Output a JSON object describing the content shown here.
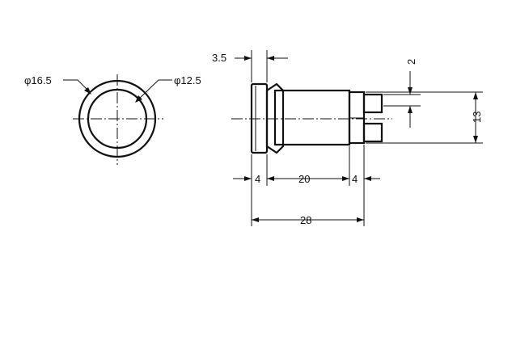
{
  "front_view": {
    "outer_diameter_label": "φ16.5",
    "inner_diameter_label": "φ12.5"
  },
  "side_view": {
    "flange_thickness_label": "3.5",
    "pin_offset_label": "2",
    "height_label": "13",
    "left_segment_label": "4",
    "body_length_label": "20",
    "right_segment_label": "4",
    "overall_length_label": "28"
  },
  "colors": {
    "line": "#111111",
    "background": "#ffffff"
  }
}
